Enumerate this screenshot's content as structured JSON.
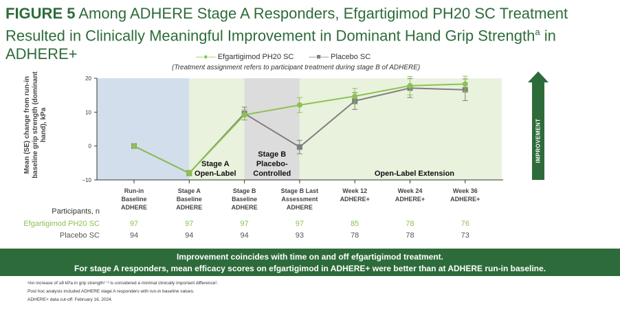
{
  "title": {
    "prefix": "FIGURE 5",
    "text": " Among ADHERE Stage A Responders, Efgartigimod PH20 SC Treatment Resulted in Clinically Meaningful Improvement in Dominant Hand Grip Strength",
    "sup": "a",
    "suffix": " in ADHERE+"
  },
  "note": "(Treatment assignment refers to participant treatment during stage B of ADHERE)",
  "improvement_label": "IMPROVEMENT",
  "colors": {
    "efg": "#8dc153",
    "placebo": "#7f7f7f",
    "brand": "#2e6b3a",
    "runin": "#d3deec",
    "green": "#e9f2dd",
    "gray": "#dcdcdc"
  },
  "chart_data": {
    "type": "line",
    "ylabel": "Mean (SE) change from run-in baseline grip strength (dominant hand), kPa",
    "ylim": [
      -10,
      20
    ],
    "yticks": [
      -10,
      0,
      10,
      20
    ],
    "categories": [
      "Run-in Baseline ADHERE",
      "Stage A Baseline ADHERE",
      "Stage B Baseline ADHERE",
      "Stage B Last Assessment ADHERE",
      "Week 12 ADHERE+",
      "Week 24 ADHERE+",
      "Week 36 ADHERE+"
    ],
    "category_lines": [
      [
        "Run-in",
        "Baseline",
        "ADHERE"
      ],
      [
        "Stage A",
        "Baseline",
        "ADHERE"
      ],
      [
        "Stage B",
        "Baseline",
        "ADHERE"
      ],
      [
        "Stage B Last",
        "Assessment",
        "ADHERE"
      ],
      [
        "Week 12",
        "ADHERE+"
      ],
      [
        "Week 24",
        "ADHERE+"
      ],
      [
        "Week 36",
        "ADHERE+"
      ]
    ],
    "series": [
      {
        "name": "Efgartigimod PH20 SC",
        "values": [
          0,
          -8,
          9.2,
          12.1,
          14.7,
          17.8,
          18.3
        ],
        "se": [
          0,
          0.8,
          1.5,
          2.2,
          2.3,
          2.7,
          2.3
        ]
      },
      {
        "name": "Placebo SC",
        "values": [
          0,
          -8,
          9.6,
          -0.3,
          13.3,
          17.1,
          16.6
        ],
        "se": [
          0,
          0.8,
          1.9,
          2.0,
          2.5,
          2.8,
          3.2
        ]
      }
    ],
    "regions": [
      {
        "label": [
          "",
          ""
        ],
        "from": -0.5,
        "to": 1,
        "color": "runin"
      },
      {
        "label": [
          "Stage A",
          "Open-Label"
        ],
        "from": 1,
        "to": 2,
        "color": "green"
      },
      {
        "label": [
          "Stage B",
          "Placebo-",
          "Controlled"
        ],
        "from": 2,
        "to": 3,
        "color": "gray"
      },
      {
        "label": [
          "Open-Label Extension"
        ],
        "from": 3,
        "to": 6.65,
        "color": "green"
      }
    ],
    "legend_position": "top-center"
  },
  "participants": {
    "header": "Participants, n",
    "efg_label": "Efgartigimod PH20 SC",
    "placebo_label": "Placebo SC",
    "efg": [
      "97",
      "97",
      "97",
      "97",
      "85",
      "78",
      "76"
    ],
    "placebo": [
      "94",
      "94",
      "94",
      "93",
      "78",
      "78",
      "73"
    ]
  },
  "banner": [
    "Improvement coincides with time on and off efgartigimod treatment.",
    "For stage A responders, mean efficacy scores on efgartigimod in ADHERE+ were better than at ADHERE run-in baseline."
  ],
  "footnotes": [
    "ᵃAn increase of ≥8 kPa in grip strength¹⁻³ is considered a minimal clinically important difference².",
    "Post hoc analysis included ADHERE stage A responders with run-in baseline values.",
    "ADHERE+ data cut-off: February 16, 2024."
  ]
}
